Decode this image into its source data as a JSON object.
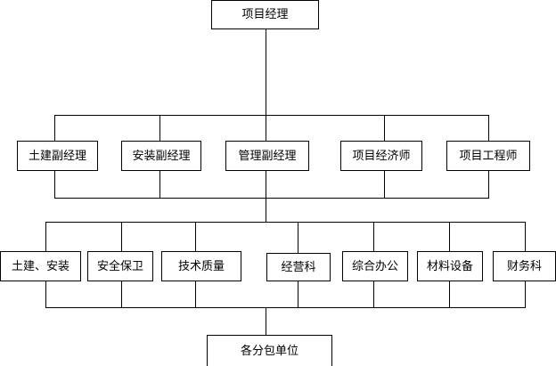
{
  "top": {
    "label": "项目经理"
  },
  "deputies": [
    {
      "label": "土建副经理"
    },
    {
      "label": "安装副经理"
    },
    {
      "label": "管理副经理"
    },
    {
      "label": "项目经济师"
    },
    {
      "label": "项目工程师"
    }
  ],
  "departments": [
    {
      "label": "土建、安装"
    },
    {
      "label": "安全保卫"
    },
    {
      "label": "技术质量"
    },
    {
      "label": "经营科"
    },
    {
      "label": "综合办公"
    },
    {
      "label": "材料设备"
    },
    {
      "label": "财务科"
    }
  ],
  "bottom": {
    "label": "各分包单位"
  },
  "colors": {
    "line": "#000000",
    "box_border": "#000000",
    "background": "#ffffff"
  }
}
